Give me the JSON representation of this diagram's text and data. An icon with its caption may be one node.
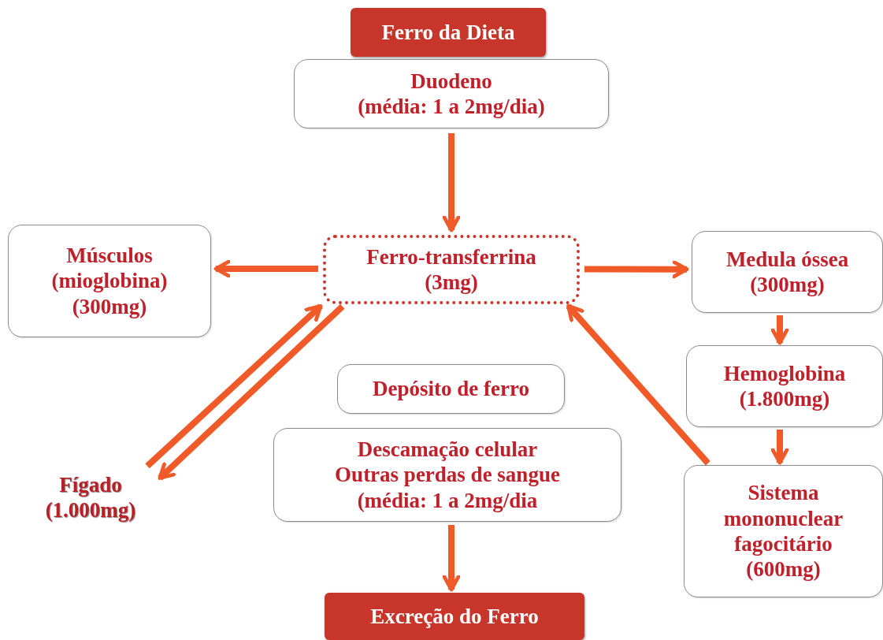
{
  "diagram": {
    "nodes": [
      {
        "text": [
          "Ferro da Dieta"
        ]
      },
      {
        "text": [
          "Duodeno",
          "(média: 1 a 2mg/dia)"
        ]
      },
      {
        "text": [
          "Ferro-transferrina",
          "(3mg)"
        ]
      },
      {
        "text": [
          "Músculos",
          "(mioglobina)",
          "(300mg)"
        ]
      },
      {
        "text": [
          "Medula óssea",
          "(300mg)"
        ]
      },
      {
        "text": [
          "Hemoglobina",
          "(1.800mg)"
        ]
      },
      {
        "text": [
          "Depósito de ferro"
        ]
      },
      {
        "text": [
          "Fígado",
          "(1.000mg)"
        ]
      },
      {
        "text": [
          "Descamação celular",
          "Outras perdas de sangue",
          "(média: 1 a 2mg/dia"
        ]
      },
      {
        "text": [
          "Sistema",
          "mononuclear",
          "fagocitário",
          "(600mg)"
        ]
      },
      {
        "text": [
          "Excreção do Ferro"
        ]
      }
    ],
    "edges": [
      {
        "from": 1,
        "to": 2,
        "arrow": "to"
      },
      {
        "from": 2,
        "to": 3,
        "arrow": "to"
      },
      {
        "from": 2,
        "to": 4,
        "arrow": "to"
      },
      {
        "from": 4,
        "to": 5,
        "arrow": "to"
      },
      {
        "from": 5,
        "to": 9,
        "arrow": "to"
      },
      {
        "from": 9,
        "to": 2,
        "arrow": "to"
      },
      {
        "from": 7,
        "to": 2,
        "arrow": "to"
      },
      {
        "from": 2,
        "to": 7,
        "arrow": "to"
      },
      {
        "from": 8,
        "to": 10,
        "arrow": "to"
      }
    ]
  }
}
